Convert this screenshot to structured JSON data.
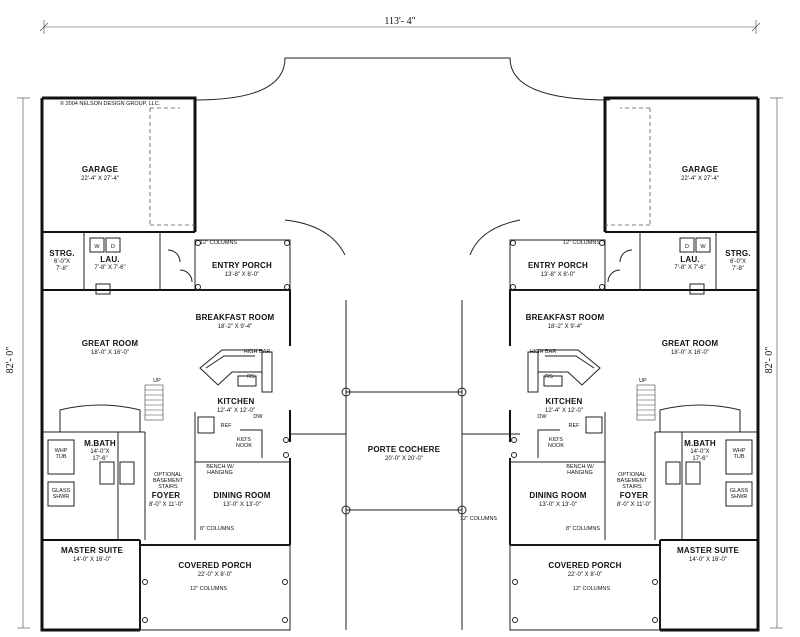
{
  "dimensions": {
    "width": "113'- 4\"",
    "depth": "82'- 0\""
  },
  "copyright": "© 2004 NELSON DESIGN GROUP, LLC.",
  "center": {
    "porte": {
      "name": "PORTE COCHERE",
      "size": "20'-0\" X 20'-0\""
    },
    "columns_label": "12\" COLUMNS"
  },
  "units": [
    {
      "side": "left",
      "rooms": {
        "garage": {
          "name": "GARAGE",
          "size": "22'-4\" X 27'-4\""
        },
        "strg": {
          "name": "STRG.",
          "size": "6'-0\"X",
          "size2": "7'-8\""
        },
        "lau": {
          "name": "LAU.",
          "size": "7'-8\" X 7'-6\""
        },
        "entry_porch": {
          "name": "ENTRY PORCH",
          "size": "13'-8\" X 8'-0\""
        },
        "breakfast": {
          "name": "BREAKFAST ROOM",
          "size": "18'-2\" X 9'-4\""
        },
        "great": {
          "name": "GREAT ROOM",
          "size": "18'-0\" X 16'-0\""
        },
        "kitchen": {
          "name": "KITCHEN",
          "size": "12'-4\" X 12'-0\""
        },
        "mbath": {
          "name": "M.BATH",
          "size": "14'-0\"X",
          "size2": "17'-6\""
        },
        "foyer": {
          "name": "FOYER",
          "size": "8'-0\" X 11'-0\""
        },
        "dining": {
          "name": "DINING ROOM",
          "size": "13'-0\" X 13'-0\""
        },
        "master": {
          "name": "MASTER SUITE",
          "size": "14'-0\" X 16'-0\""
        },
        "covered_porch": {
          "name": "COVERED PORCH",
          "size": "22'-0\" X 8'-0\""
        }
      },
      "labels": {
        "columns_12": "12\" COLUMNS",
        "columns_8": "8\" COLUMNS",
        "high_bar": "HIGH BAR",
        "ref": "REF",
        "dw": "DW",
        "kids_nook": "KID'S",
        "kids_nook2": "NOOK",
        "bench": "BENCH W/",
        "bench2": "HANGING",
        "optional": "OPTIONAL",
        "optional2": "BASEMENT",
        "optional3": "STAIRS",
        "whp": "WHP",
        "tub": "TUB",
        "glass": "GLASS",
        "shwr": "SHWR",
        "up": "UP",
        "wd_w": "W",
        "wd_d": "D",
        "rs": "RS"
      }
    },
    {
      "side": "right",
      "rooms": {
        "garage": {
          "name": "GARAGE",
          "size": "22'-4\" X 27'-4\""
        },
        "strg": {
          "name": "STRG.",
          "size": "6'-0\"X",
          "size2": "7'-8\""
        },
        "lau": {
          "name": "LAU.",
          "size": "7'-8\" X 7'-6\""
        },
        "entry_porch": {
          "name": "ENTRY PORCH",
          "size": "13'-8\" X 8'-0\""
        },
        "breakfast": {
          "name": "BREAKFAST ROOM",
          "size": "18'-2\" X 9'-4\""
        },
        "great": {
          "name": "GREAT ROOM",
          "size": "18'-0\" X 16'-0\""
        },
        "kitchen": {
          "name": "KITCHEN",
          "size": "12'-4\" X 12'-0\""
        },
        "mbath": {
          "name": "M.BATH",
          "size": "14'-0\"X",
          "size2": "17'-6\""
        },
        "foyer": {
          "name": "FOYER",
          "size": "8'-0\" X 11'-0\""
        },
        "dining": {
          "name": "DINING ROOM",
          "size": "13'-0\" X 13'-0\""
        },
        "master": {
          "name": "MASTER SUITE",
          "size": "14'-0\" X 16'-0\""
        },
        "covered_porch": {
          "name": "COVERED PORCH",
          "size": "22'-0\" X 8'-0\""
        }
      },
      "labels": {
        "columns_12": "12\" COLUMNS",
        "columns_8": "8\" COLUMNS",
        "high_bar": "HIGH BAR",
        "ref": "REF",
        "dw": "DW",
        "kids_nook": "KID'S",
        "kids_nook2": "NOOK",
        "bench": "BENCH W/",
        "bench2": "HANGING",
        "optional": "OPTIONAL",
        "optional2": "BASEMENT",
        "optional3": "STAIRS",
        "whp": "WHP",
        "tub": "TUB",
        "glass": "GLASS",
        "shwr": "SHWR",
        "up": "UP",
        "wd_w": "W",
        "wd_d": "D",
        "rs": "RS"
      }
    }
  ]
}
